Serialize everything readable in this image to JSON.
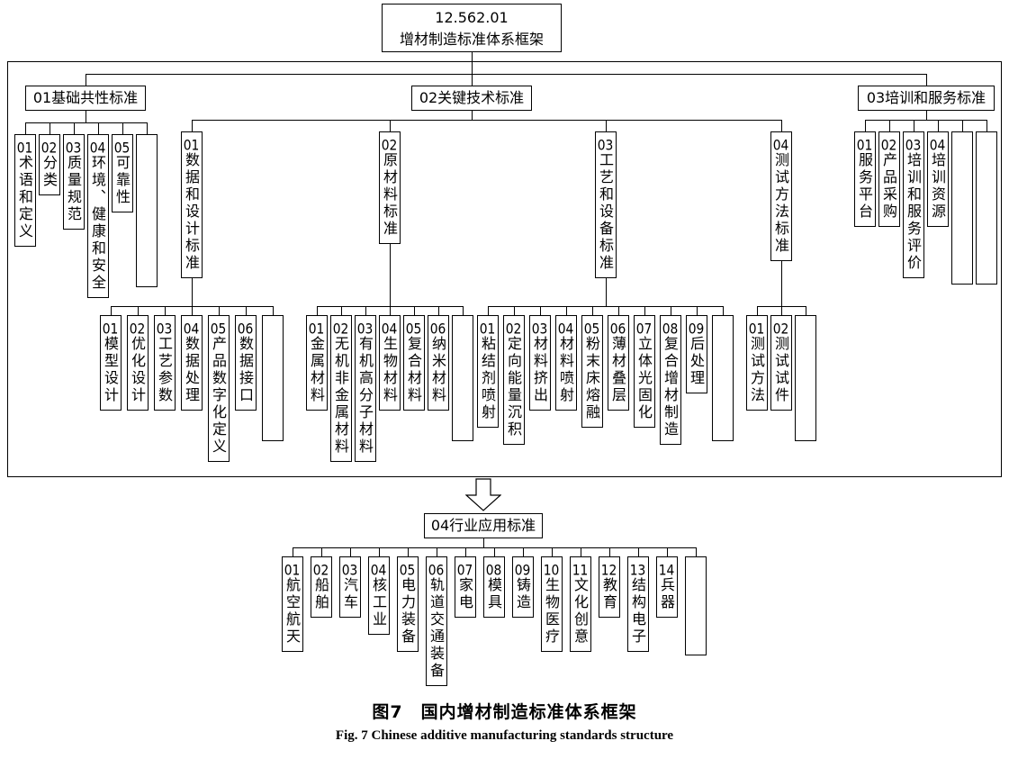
{
  "root": {
    "code": "12.562.01",
    "title": "增材制造标准体系框架"
  },
  "groups": [
    {
      "label": "01基础共性标准",
      "children": [
        "01术语和定义",
        "02分类",
        "03质量规范",
        "04环境、健康和安全",
        "05可靠性",
        ""
      ]
    },
    {
      "label": "02关键技术标准",
      "subgroups": [
        {
          "label": "01数据和设计标准",
          "children": [
            "01模型设计",
            "02优化设计",
            "03工艺参数",
            "04数据处理",
            "05产品数字化定义",
            "06数据接口",
            ""
          ]
        },
        {
          "label": "02原材料标准",
          "children": [
            "01金属材料",
            "02无机非金属材料",
            "03有机高分子材料",
            "04生物材料",
            "05复合材料",
            "06纳米材料",
            ""
          ]
        },
        {
          "label": "03工艺和设备标准",
          "children": [
            "01粘结剂喷射",
            "02定向能量沉积",
            "03材料挤出",
            "04材料喷射",
            "05粉末床熔融",
            "06薄材叠层",
            "07立体光固化",
            "08复合增材制造",
            "09后处理",
            ""
          ]
        },
        {
          "label": "04测试方法标准",
          "children": [
            "01测试方法",
            "02测试试件",
            ""
          ]
        }
      ]
    },
    {
      "label": "03培训和服务标准",
      "children": [
        "01服务平台",
        "02产品采购",
        "03培训和服务评价",
        "04培训资源",
        "",
        ""
      ]
    }
  ],
  "industry": {
    "label": "04行业应用标准",
    "children": [
      "01航空航天",
      "02船舶",
      "03汽车",
      "04核工业",
      "05电力装备",
      "06轨道交通装备",
      "07家电",
      "08模具",
      "09铸造",
      "10生物医疗",
      "11文化创意",
      "12教育",
      "13结构电子",
      "14兵器",
      ""
    ]
  },
  "caption_zh": "图7　国内增材制造标准体系框架",
  "caption_en": "Fig. 7  Chinese additive manufacturing standards structure",
  "colors": {
    "line": "#000000",
    "background": "#ffffff"
  }
}
